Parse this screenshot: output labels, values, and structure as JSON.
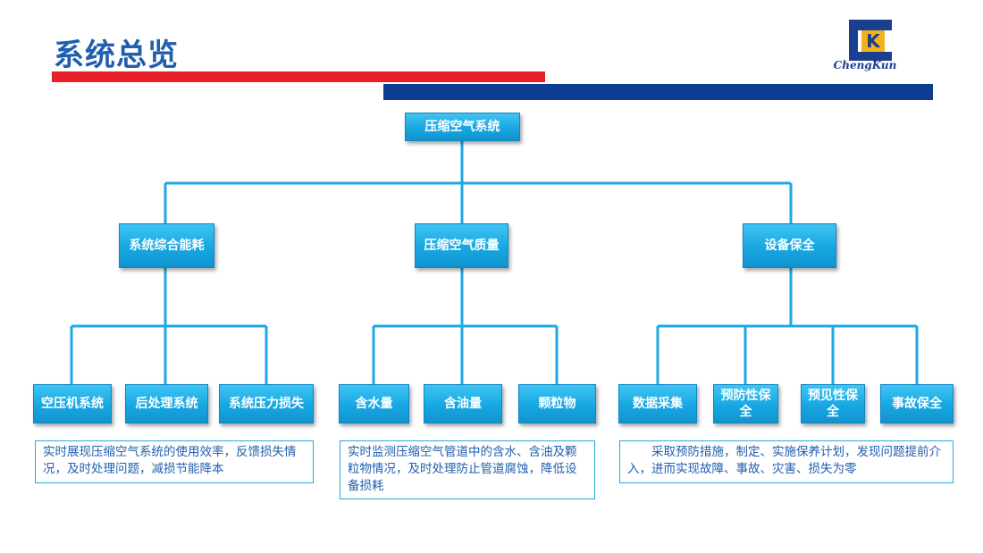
{
  "header": {
    "title": "系统总览"
  },
  "logo": {
    "text": "ChengKun",
    "mark": "K"
  },
  "tree": {
    "root": "压缩空气系统",
    "branches": [
      {
        "label": "系统综合能耗",
        "children": [
          "空压机系统",
          "后处理系统",
          "系统压力损失"
        ]
      },
      {
        "label": "压缩空气质量",
        "children": [
          "含水量",
          "含油量",
          "颗粒物"
        ]
      },
      {
        "label": "设备保全",
        "children": [
          "数据采集",
          "预防性保全",
          "预见性保全",
          "事故保全"
        ]
      }
    ]
  },
  "descriptions": [
    "实时展现压缩空气系统的使用效率，反馈损失情况，及时处理问题，减损节能降本",
    "实时监测压缩空气管道中的含水、含油及颗粒物情况，及时处理防止管道腐蚀，降低设备损耗",
    "　　采取预防措施，制定、实施保养计划，发现问题提前介入，进而实现故障、事故、灾害、损失为零"
  ],
  "colors": {
    "node": "#1ea8e3",
    "line": "#1ea8e3",
    "title": "#1f5fae",
    "red_bar": "#e8202a",
    "blue_bar": "#0d3d92"
  }
}
